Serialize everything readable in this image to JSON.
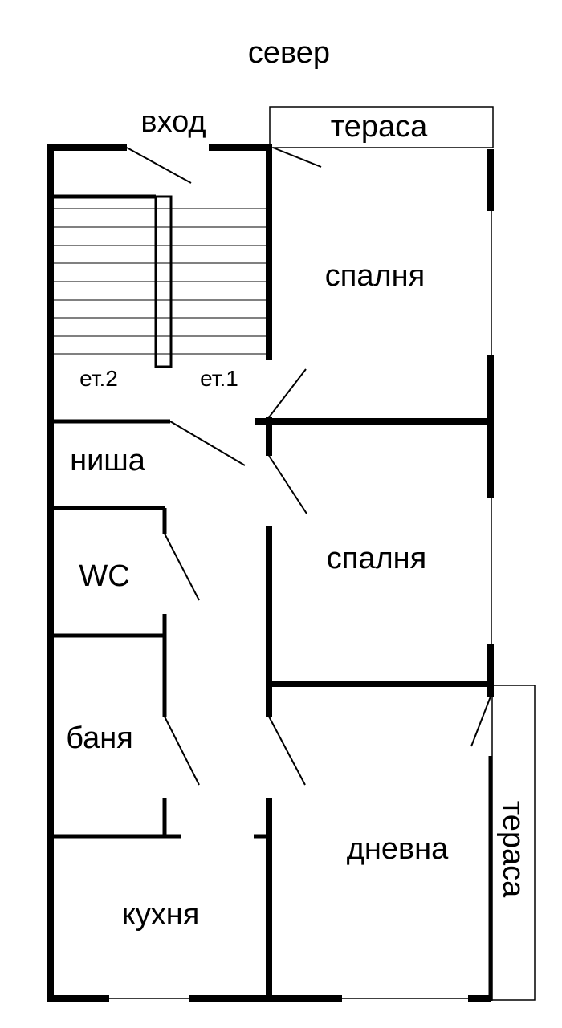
{
  "plan": {
    "compass": "север",
    "entrance": "вход",
    "terrace_north": "тераса",
    "terrace_east": "тераса",
    "floor_2": "ет.2",
    "floor_1": "ет.1",
    "bedroom_1": "спалня",
    "bedroom_2": "спалня",
    "niche": "ниша",
    "wc": "WC",
    "bathroom": "баня",
    "kitchen": "кухня",
    "living_room": "дневна"
  }
}
